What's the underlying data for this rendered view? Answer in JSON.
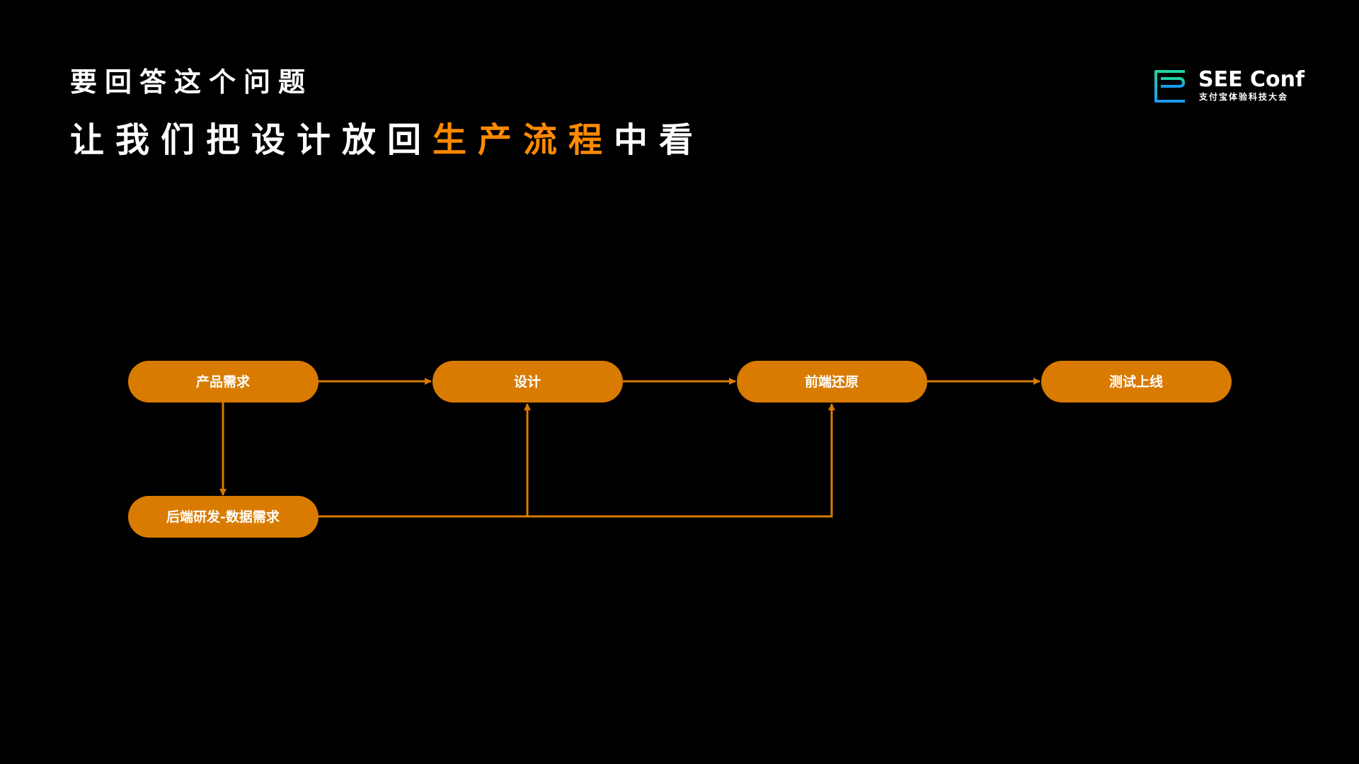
{
  "header": {
    "subtitle": "要回答这个问题",
    "title_prefix": "让我们把设计放回",
    "title_highlight": "生产流程",
    "title_suffix": "中看"
  },
  "logo": {
    "name": "SEE Conf",
    "tagline": "支付宝体验科技大会",
    "mark_colors": [
      "#1fd3a0",
      "#1a9bf0"
    ]
  },
  "diagram": {
    "nodes": [
      {
        "id": "product",
        "label": "产品需求"
      },
      {
        "id": "design",
        "label": "设计"
      },
      {
        "id": "frontend",
        "label": "前端还原"
      },
      {
        "id": "test",
        "label": "测试上线"
      },
      {
        "id": "backend",
        "label": "后端研发-数据需求"
      }
    ],
    "edges": [
      {
        "from": "product",
        "to": "design"
      },
      {
        "from": "design",
        "to": "frontend"
      },
      {
        "from": "frontend",
        "to": "test"
      },
      {
        "from": "product",
        "to": "backend"
      },
      {
        "from": "backend",
        "to": "design"
      },
      {
        "from": "backend",
        "to": "frontend"
      }
    ],
    "colors": {
      "node_fill": "#d97b00",
      "edge": "#d97b00",
      "node_text": "#ffffff",
      "highlight_text": "#ff8a00"
    }
  }
}
